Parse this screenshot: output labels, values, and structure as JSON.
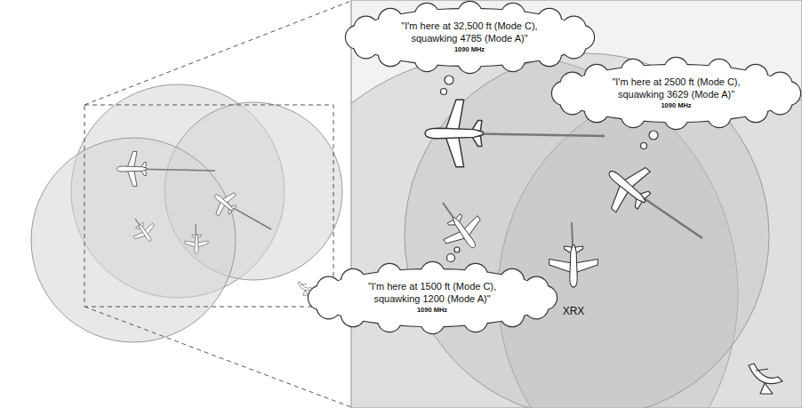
{
  "diagram": {
    "nodes": [
      {
        "text": [
          "\"I'm here at 32,500 ft (Mode C), squawking 4785 (Mode A)\"",
          "1090 MHz"
        ]
      },
      {
        "text": [
          "\"I'm here at 2500 ft (Mode C), squawking 3629 (Mode A)\"",
          "1090 MHz"
        ]
      },
      {
        "text": [
          "\"I'm here at 1500 ft (Mode C), squawking 1200 (Mode A)\"",
          "1090 MHz"
        ]
      }
    ],
    "labels": [
      "XRX"
    ]
  }
}
